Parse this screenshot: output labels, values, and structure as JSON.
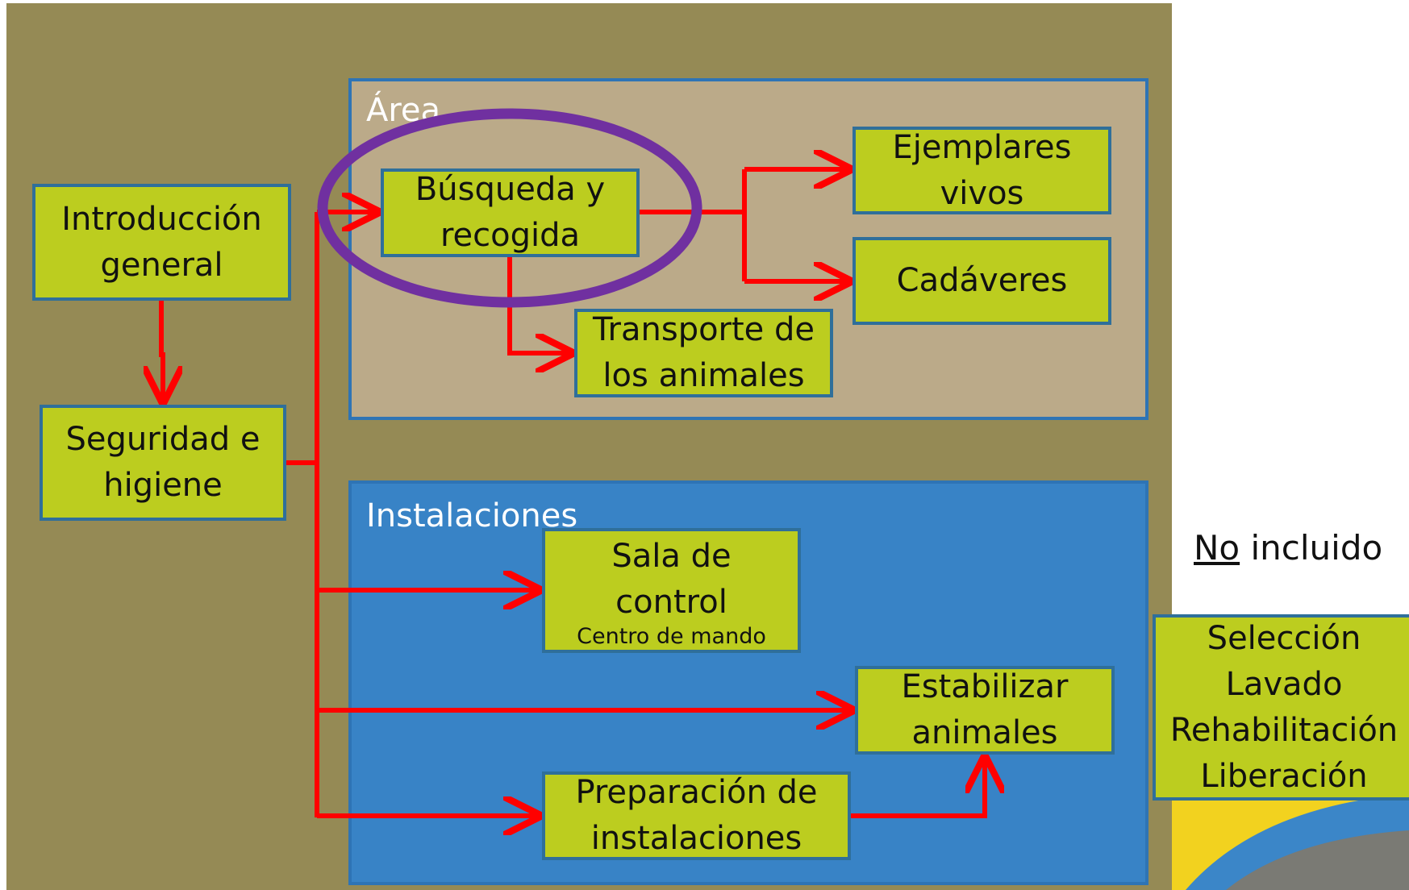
{
  "colors": {
    "main_panel": "#958a55",
    "area_panel": "#bbaa89",
    "instalaciones_panel": "#3883c6",
    "box_fill": "#bccd1f",
    "box_border": "#2f6f9a",
    "arrow": "#ff0000",
    "highlight_ellipse": "#7030a0"
  },
  "panels": {
    "area_title": "Área",
    "instalaciones_title": "Instalaciones"
  },
  "nodes": {
    "introduccion": [
      "Introducción",
      "general"
    ],
    "seguridad": [
      "Seguridad e",
      "higiene"
    ],
    "busqueda": [
      "Búsqueda y",
      "recogida"
    ],
    "ejemplares": [
      "Ejemplares",
      "vivos"
    ],
    "cadaveres": [
      "Cadáveres"
    ],
    "transporte": [
      "Transporte de",
      "los animales"
    ],
    "sala": [
      "Sala de",
      "control"
    ],
    "sala_sub": "Centro de mando",
    "estabilizar": [
      "Estabilizar",
      "animales"
    ],
    "preparacion": [
      "Preparación de",
      "instalaciones"
    ],
    "excluded": [
      "Selección",
      "Lavado",
      "Rehabilitación",
      "Liberación"
    ]
  },
  "side_note": {
    "underlined": "No",
    "rest": " incluido"
  },
  "decoration": "rainbow-arc-corner"
}
